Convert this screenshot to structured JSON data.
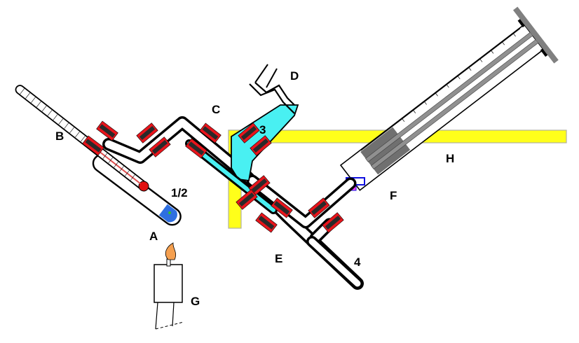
{
  "labels": {
    "A": "A",
    "B": "B",
    "C": "C",
    "D": "D",
    "E": "E",
    "F": "F",
    "G": "G",
    "H": "H",
    "n12": "1/2",
    "n3": "3",
    "n4": "4"
  },
  "colors": {
    "outline": "#000000",
    "clamp": "#e8141b",
    "clamp_band": "#2a2a2a",
    "stand": "#ffff1a",
    "stand_edge": "#b0b0a0",
    "cooling_water": "#49f0f2",
    "liquid": "#2f6fe0",
    "thermometer_bulb": "#e01010",
    "thermometer_line": "#e05050",
    "syringe_barrel": "#707070",
    "flame": "#f5a050",
    "connector_blue": "#1010e0",
    "connector_magenta": "#ff40ff"
  },
  "icons": [
    "flame-icon",
    "clamp-icon"
  ]
}
